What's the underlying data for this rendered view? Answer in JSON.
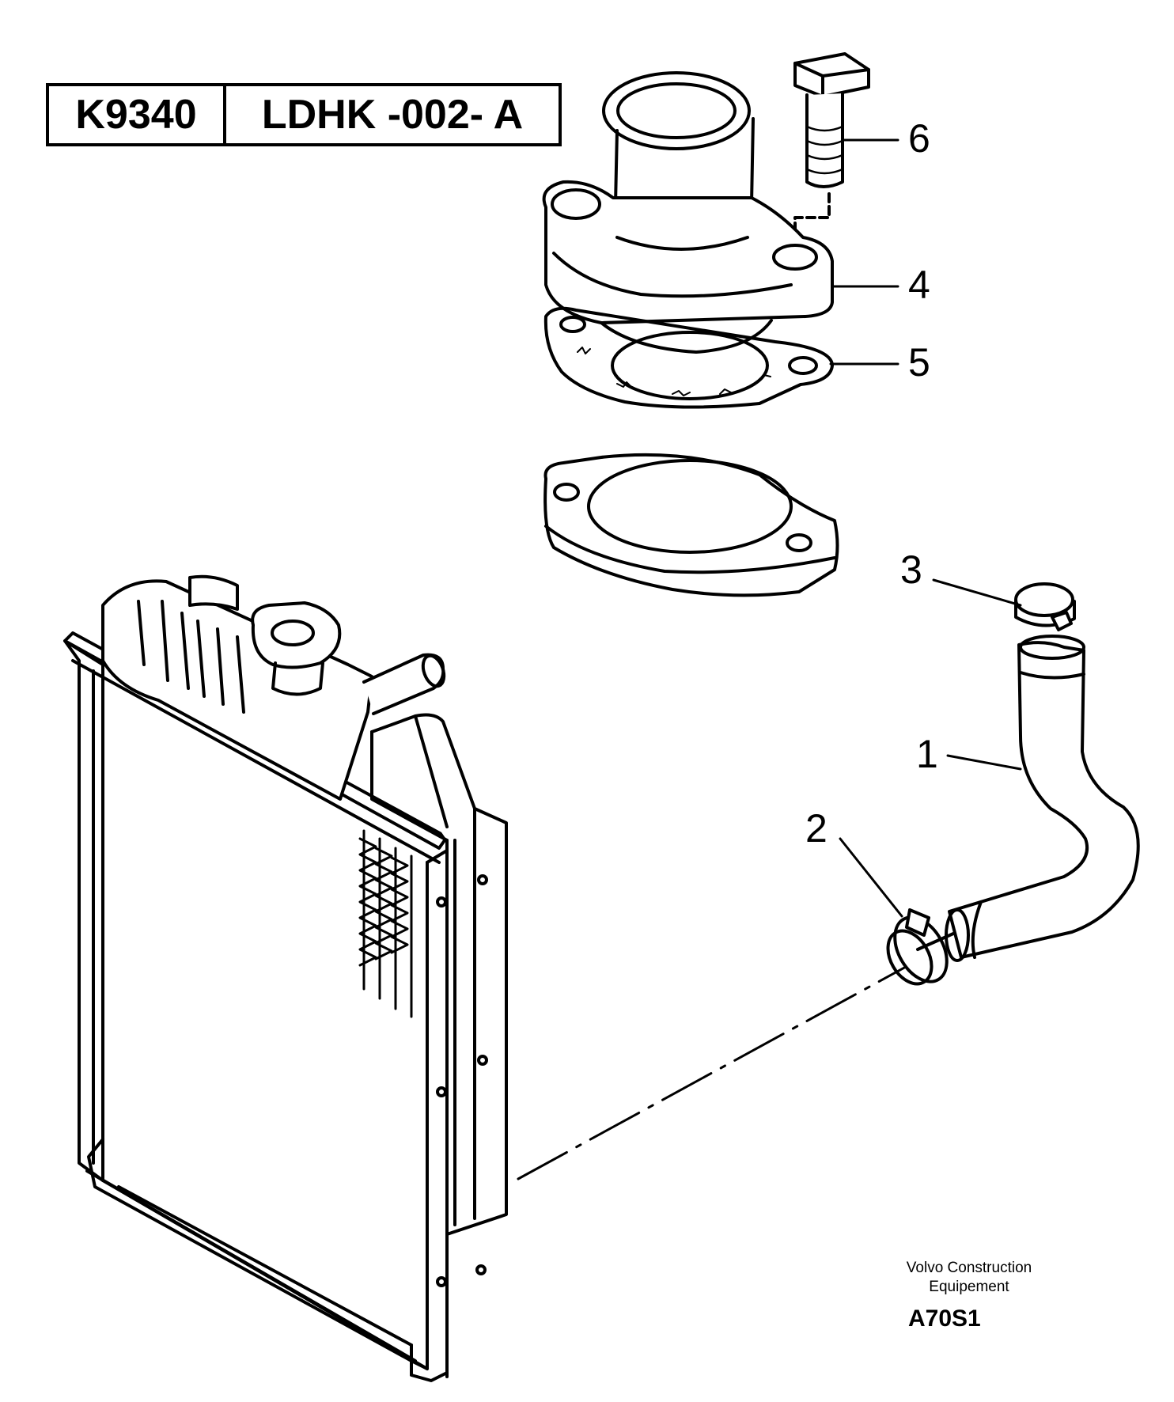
{
  "header": {
    "ref_code": "K9340",
    "drawing_code": "LDHK -002- A"
  },
  "callouts": {
    "item_1": "1",
    "item_2": "2",
    "item_3": "3",
    "item_4": "4",
    "item_5": "5",
    "item_6": "6"
  },
  "footer": {
    "credit_line1": "Volvo Construction",
    "credit_line2": "Equipement",
    "figure_code": "A70S1"
  },
  "colors": {
    "ink": "#000000",
    "paper": "#ffffff"
  }
}
